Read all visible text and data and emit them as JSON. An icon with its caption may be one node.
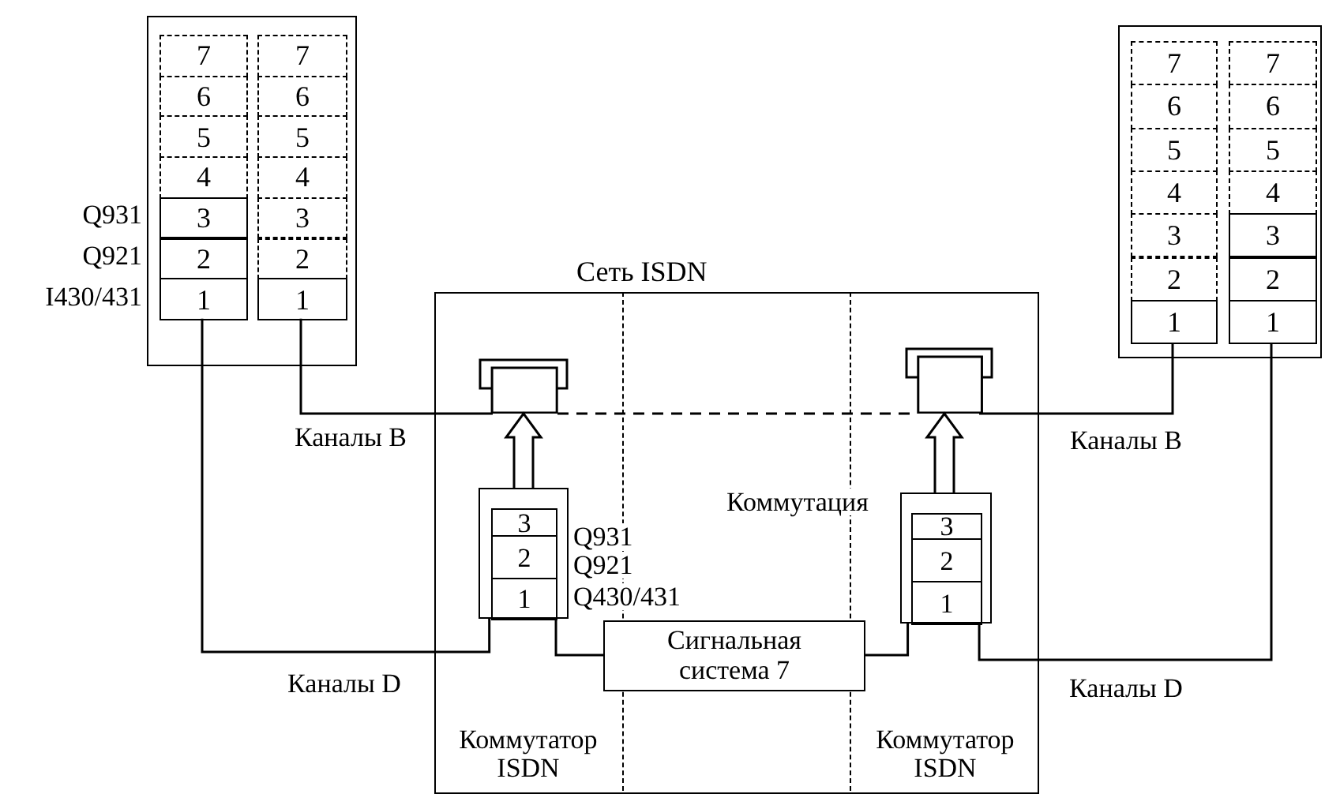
{
  "diagram": {
    "nodes": [
      {
        "text": [],
        "shape": "box"
      },
      {
        "text": [
          "7"
        ],
        "in": 0
      },
      {
        "text": [
          "6"
        ],
        "in": 0
      },
      {
        "text": [
          "5"
        ],
        "in": 0
      },
      {
        "text": [
          "4"
        ],
        "in": 0
      },
      {
        "text": [
          "3"
        ],
        "in": 0,
        "beside": [
          "Q931"
        ]
      },
      {
        "text": [
          "2"
        ],
        "in": 0,
        "beside": [
          "Q921"
        ]
      },
      {
        "text": [
          "1"
        ],
        "in": 0,
        "beside": [
          "I430/431"
        ]
      },
      {
        "text": [
          "7"
        ],
        "in": 0
      },
      {
        "text": [
          "6"
        ],
        "in": 0
      },
      {
        "text": [
          "5"
        ],
        "in": 0
      },
      {
        "text": [
          "4"
        ],
        "in": 0
      },
      {
        "text": [
          "3"
        ],
        "in": 0
      },
      {
        "text": [
          "2"
        ],
        "in": 0
      },
      {
        "text": [
          "1"
        ],
        "in": 0
      },
      {
        "text": [],
        "shape": "box"
      },
      {
        "text": [
          "7"
        ],
        "in": 15
      },
      {
        "text": [
          "6"
        ],
        "in": 15
      },
      {
        "text": [
          "5"
        ],
        "in": 15
      },
      {
        "text": [
          "4"
        ],
        "in": 15
      },
      {
        "text": [
          "3"
        ],
        "in": 15
      },
      {
        "text": [
          "2"
        ],
        "in": 15
      },
      {
        "text": [
          "1"
        ],
        "in": 15
      },
      {
        "text": [
          "7"
        ],
        "in": 15
      },
      {
        "text": [
          "6"
        ],
        "in": 15
      },
      {
        "text": [
          "5"
        ],
        "in": 15
      },
      {
        "text": [
          "4"
        ],
        "in": 15
      },
      {
        "text": [
          "3"
        ],
        "in": 15
      },
      {
        "text": [
          "2"
        ],
        "in": 15
      },
      {
        "text": [
          "1"
        ],
        "in": 15
      },
      {
        "text": [
          "Сеть ISDN"
        ]
      },
      {
        "text": [
          "Коммутатор ISDN"
        ],
        "in": 30
      },
      {
        "text": [
          "Коммутатор ISDN"
        ],
        "in": 30
      },
      {
        "text": [],
        "shape": "box",
        "in": 31
      },
      {
        "text": [],
        "shape": "box",
        "in": 31
      },
      {
        "text": [
          "3"
        ],
        "in": 34,
        "beside": [
          "Q931"
        ]
      },
      {
        "text": [
          "2"
        ],
        "in": 34,
        "beside": [
          "Q921"
        ]
      },
      {
        "text": [
          "1"
        ],
        "in": 34,
        "beside": [
          "Q430/431"
        ]
      },
      {
        "text": [
          "Сигнальная система 7"
        ],
        "in": 30
      },
      {
        "text": [],
        "shape": "box",
        "in": 32
      },
      {
        "text": [],
        "shape": "box",
        "in": 32
      },
      {
        "text": [
          "3"
        ],
        "in": 40
      },
      {
        "text": [
          "2"
        ],
        "in": 40
      },
      {
        "text": [
          "1"
        ],
        "in": 40
      }
    ],
    "edges": [
      {
        "from": 7,
        "to": 34,
        "arrow": "none",
        "label": "Каналы D"
      },
      {
        "from": 14,
        "to": 33,
        "arrow": "none",
        "label": "Каналы B"
      },
      {
        "from": 34,
        "to": 38,
        "arrow": "none"
      },
      {
        "from": 38,
        "to": 40,
        "arrow": "none"
      },
      {
        "from": 40,
        "to": 29,
        "arrow": "none",
        "label": "Каналы D"
      },
      {
        "from": 39,
        "to": 22,
        "arrow": "none",
        "label": "Каналы B"
      },
      {
        "from": 33,
        "to": 39,
        "arrow": "none",
        "style": "dashed"
      },
      {
        "from": 34,
        "to": 33,
        "arrow": "to"
      },
      {
        "from": 40,
        "to": 39,
        "arrow": "to"
      }
    ],
    "labels": [
      "Коммутация"
    ]
  }
}
